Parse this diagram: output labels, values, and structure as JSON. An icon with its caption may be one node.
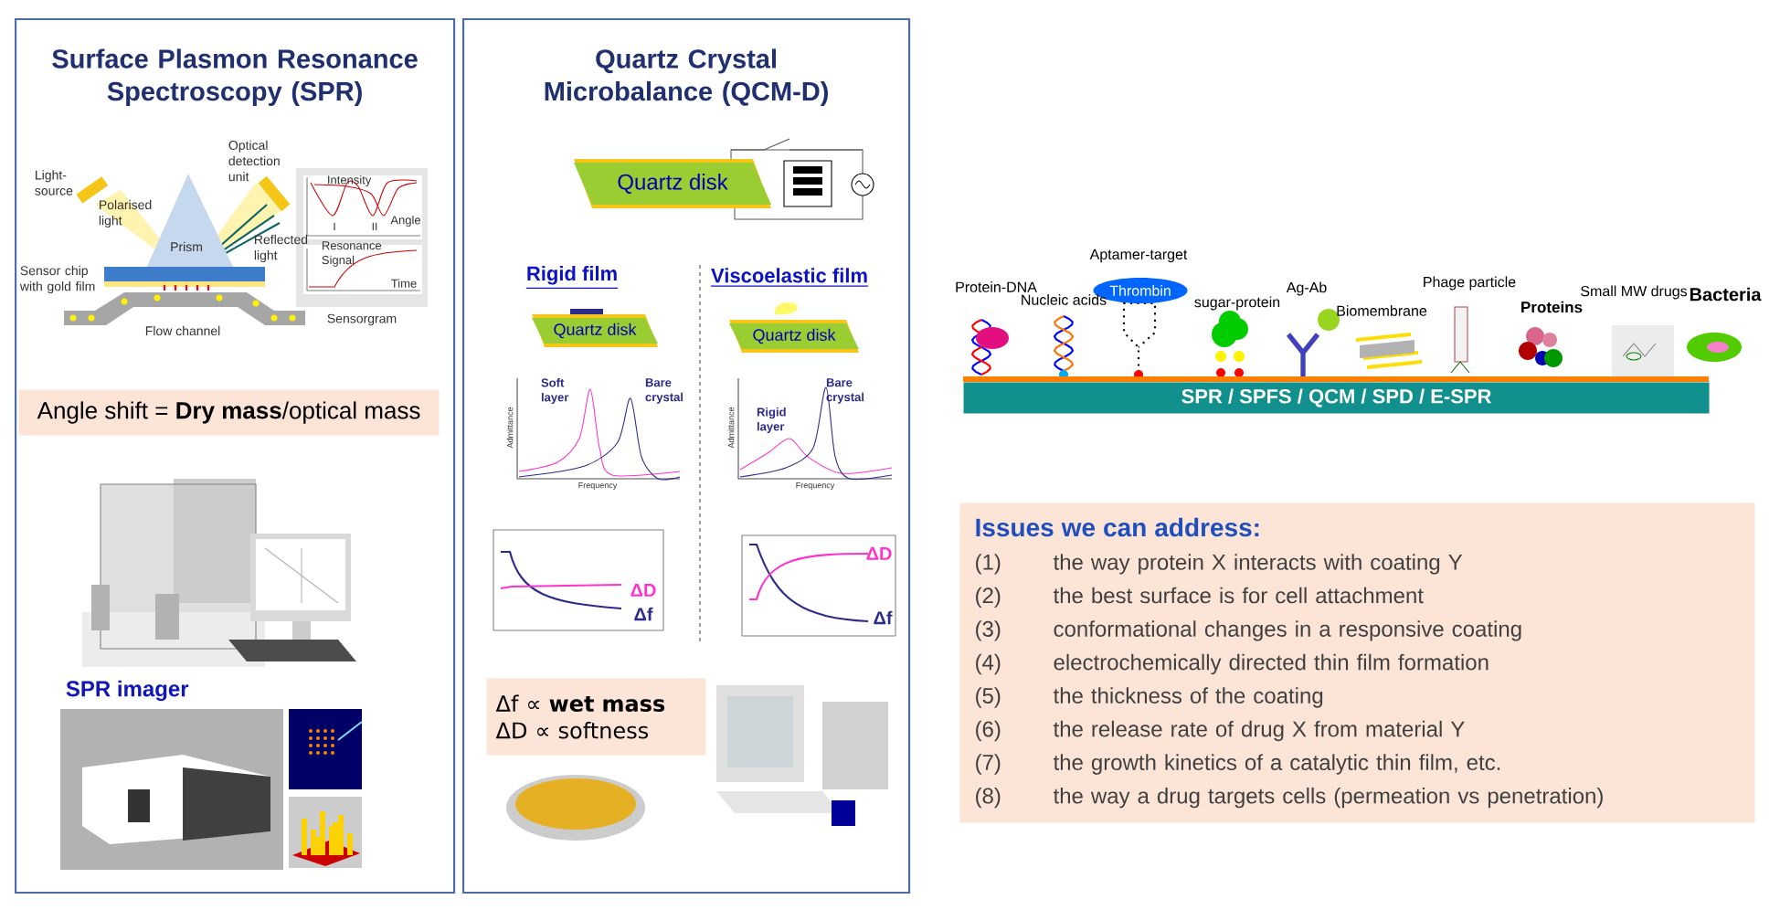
{
  "diagram": {
    "nodes": [
      {
        "text": [
          "Surface Plasmon Resonance Spectroscopy (SPR)"
        ]
      },
      {
        "text": [
          "Angle shift = **Dry mass**/optical mass"
        ],
        "in": 0
      },
      {
        "text": [
          "Quartz Crystal Microbalance (QCM-D)"
        ]
      },
      {
        "text": [
          "Quartz disk"
        ],
        "in": 2
      },
      {
        "text": [
          "Quartz disk"
        ],
        "in": 2
      },
      {
        "text": [
          "Quartz disk"
        ],
        "in": 2
      },
      {
        "text": [
          "Δf ∝ **wet mass**",
          "ΔD ∝ softness"
        ],
        "in": 2
      },
      {
        "text": [
          "SPR / SPFS / QCM / SPD / E-SPR"
        ]
      },
      {
        "text": [
          "Thrombin"
        ]
      },
      {
        "text": [
          "Issues we can address:",
          "(1)",
          "the way protein X interacts with coating Y",
          "(2)",
          "the best surface is for cell attachment",
          "(3)",
          "conformational changes in a responsive coating",
          "(4)",
          "electrochemically directed thin film formation",
          "(5)",
          "the thickness of the coating",
          "(6)",
          "the release rate of drug X from material Y",
          "(7)",
          "the growth kinetics of a catalytic thin film, etc.",
          "(8)",
          "the way a drug targets cells (permeation vs penetration)"
        ]
      }
    ],
    "labels": [
      "Light-source",
      "Polarised light",
      "Prism",
      "Optical detection unit",
      "Reflected light",
      "Intensity",
      "I",
      "II",
      "Angle",
      "Resonance Signal",
      "Time",
      "Sensor chip with gold film",
      "Flow channel",
      "Sensorgram",
      "SPR imager",
      "Rigid film",
      "Viscoelastic film",
      "Soft layer",
      "Bare crystal",
      "Admittance",
      "Frequency",
      "Rigid layer",
      "Bare crystal",
      "Admittance",
      "Frequency",
      "ΔD",
      "Δf",
      "ΔD",
      "Δf",
      "Protein-DNA",
      "Nucleic acids",
      "Aptamer-target",
      "sugar-protein",
      "Ag-Ab",
      "Biomembrane",
      "Phage particle",
      "Proteins",
      "Small MW drugs",
      "Bacteria"
    ]
  }
}
